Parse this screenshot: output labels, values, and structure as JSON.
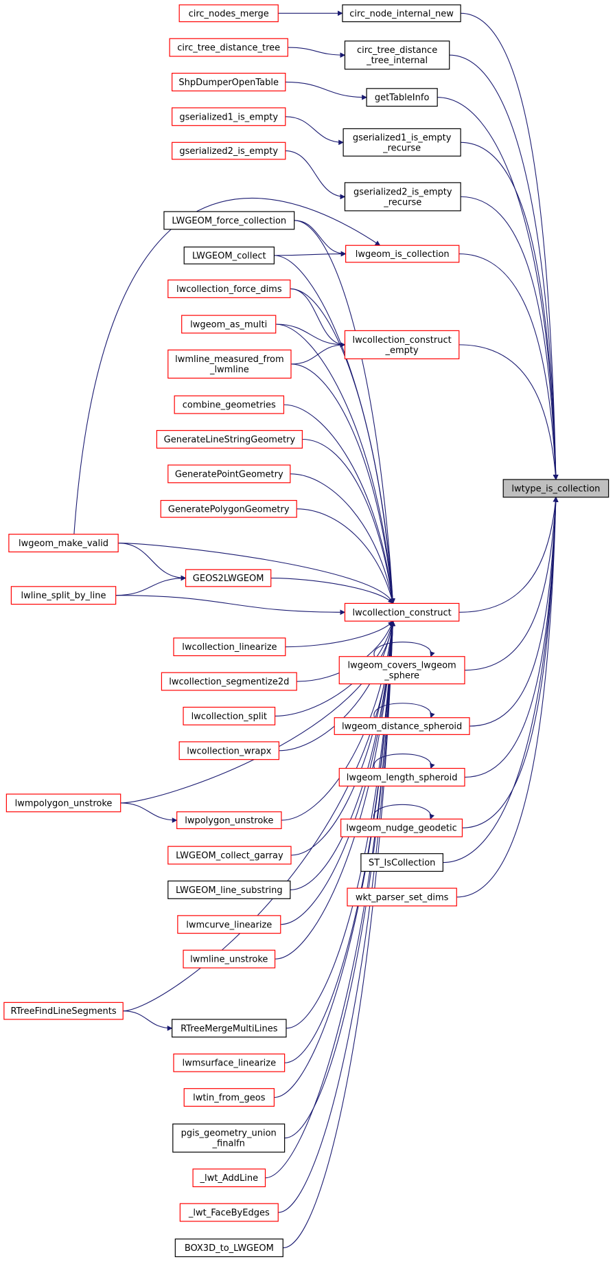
{
  "graph": {
    "title": "",
    "colors": {
      "edge": "#191970",
      "red_border": "#ff0000",
      "black_border": "#000000",
      "target_fill": "#bfbfbf"
    },
    "nodes": [
      {
        "id": "n_target",
        "lines": [
          "lwtype_is_collection"
        ],
        "style": "target"
      },
      {
        "id": "n_cnin",
        "lines": [
          "circ_node_internal_new"
        ],
        "style": "black"
      },
      {
        "id": "n_ctdti",
        "lines": [
          "circ_tree_distance",
          "_tree_internal"
        ],
        "style": "black"
      },
      {
        "id": "n_gti",
        "lines": [
          "getTableInfo"
        ],
        "style": "black"
      },
      {
        "id": "n_g1r",
        "lines": [
          "gserialized1_is_empty",
          "_recurse"
        ],
        "style": "black"
      },
      {
        "id": "n_g2r",
        "lines": [
          "gserialized2_is_empty",
          "_recurse"
        ],
        "style": "black"
      },
      {
        "id": "n_lic",
        "lines": [
          "lwgeom_is_collection"
        ],
        "style": "red"
      },
      {
        "id": "n_lcce",
        "lines": [
          "lwcollection_construct",
          "_empty"
        ],
        "style": "red"
      },
      {
        "id": "n_lcc",
        "lines": [
          "lwcollection_construct"
        ],
        "style": "red"
      },
      {
        "id": "n_lcls",
        "lines": [
          "lwgeom_covers_lwgeom",
          "_sphere"
        ],
        "style": "red"
      },
      {
        "id": "n_lds",
        "lines": [
          "lwgeom_distance_spheroid"
        ],
        "style": "red"
      },
      {
        "id": "n_lls",
        "lines": [
          "lwgeom_length_spheroid"
        ],
        "style": "red"
      },
      {
        "id": "n_lng",
        "lines": [
          "lwgeom_nudge_geodetic"
        ],
        "style": "red"
      },
      {
        "id": "n_stic",
        "lines": [
          "ST_IsCollection"
        ],
        "style": "black"
      },
      {
        "id": "n_wpsd",
        "lines": [
          "wkt_parser_set_dims"
        ],
        "style": "red"
      },
      {
        "id": "n_cnm",
        "lines": [
          "circ_nodes_merge"
        ],
        "style": "red"
      },
      {
        "id": "n_ctdt",
        "lines": [
          "circ_tree_distance_tree"
        ],
        "style": "red"
      },
      {
        "id": "n_sdot",
        "lines": [
          "ShpDumperOpenTable"
        ],
        "style": "red"
      },
      {
        "id": "n_g1e",
        "lines": [
          "gserialized1_is_empty"
        ],
        "style": "red"
      },
      {
        "id": "n_g2e",
        "lines": [
          "gserialized2_is_empty"
        ],
        "style": "red"
      },
      {
        "id": "n_lfc",
        "lines": [
          "LWGEOM_force_collection"
        ],
        "style": "black"
      },
      {
        "id": "n_lcol",
        "lines": [
          "LWGEOM_collect"
        ],
        "style": "black"
      },
      {
        "id": "n_lcfd",
        "lines": [
          "lwcollection_force_dims"
        ],
        "style": "red"
      },
      {
        "id": "n_lam",
        "lines": [
          "lwgeom_as_multi"
        ],
        "style": "red"
      },
      {
        "id": "n_lmmfl",
        "lines": [
          "lwmline_measured_from",
          "_lwmline"
        ],
        "style": "red"
      },
      {
        "id": "n_cg",
        "lines": [
          "combine_geometries"
        ],
        "style": "red"
      },
      {
        "id": "n_glsg",
        "lines": [
          "GenerateLineStringGeometry"
        ],
        "style": "red"
      },
      {
        "id": "n_gpg",
        "lines": [
          "GeneratePointGeometry"
        ],
        "style": "red"
      },
      {
        "id": "n_gpolyg",
        "lines": [
          "GeneratePolygonGeometry"
        ],
        "style": "red"
      },
      {
        "id": "n_lmv",
        "lines": [
          "lwgeom_make_valid"
        ],
        "style": "red"
      },
      {
        "id": "n_g2l",
        "lines": [
          "GEOS2LWGEOM"
        ],
        "style": "red"
      },
      {
        "id": "n_lsbl",
        "lines": [
          "lwline_split_by_line"
        ],
        "style": "red"
      },
      {
        "id": "n_lclin",
        "lines": [
          "lwcollection_linearize"
        ],
        "style": "red"
      },
      {
        "id": "n_lcseg",
        "lines": [
          "lwcollection_segmentize2d"
        ],
        "style": "red"
      },
      {
        "id": "n_lcsplit",
        "lines": [
          "lwcollection_split"
        ],
        "style": "red"
      },
      {
        "id": "n_lcwrap",
        "lines": [
          "lwcollection_wrapx"
        ],
        "style": "red"
      },
      {
        "id": "n_lmpu",
        "lines": [
          "lwmpolygon_unstroke"
        ],
        "style": "red"
      },
      {
        "id": "n_lpu",
        "lines": [
          "lwpolygon_unstroke"
        ],
        "style": "red"
      },
      {
        "id": "n_lcga",
        "lines": [
          "LWGEOM_collect_garray"
        ],
        "style": "red"
      },
      {
        "id": "n_lls2",
        "lines": [
          "LWGEOM_line_substring"
        ],
        "style": "black"
      },
      {
        "id": "n_lmcl",
        "lines": [
          "lwmcurve_linearize"
        ],
        "style": "red"
      },
      {
        "id": "n_lmu",
        "lines": [
          "lwmline_unstroke"
        ],
        "style": "red"
      },
      {
        "id": "n_rtfls",
        "lines": [
          "RTreeFindLineSegments"
        ],
        "style": "red"
      },
      {
        "id": "n_rtmml",
        "lines": [
          "RTreeMergeMultiLines"
        ],
        "style": "black"
      },
      {
        "id": "n_lmsl",
        "lines": [
          "lwmsurface_linearize"
        ],
        "style": "red"
      },
      {
        "id": "n_ltfg",
        "lines": [
          "lwtin_from_geos"
        ],
        "style": "red"
      },
      {
        "id": "n_pguf",
        "lines": [
          "pgis_geometry_union",
          "_finalfn"
        ],
        "style": "black"
      },
      {
        "id": "n_lal",
        "lines": [
          "_lwt_AddLine"
        ],
        "style": "red"
      },
      {
        "id": "n_lfbe",
        "lines": [
          "_lwt_FaceByEdges"
        ],
        "style": "red"
      },
      {
        "id": "n_b3d",
        "lines": [
          "BOX3D_to_LWGEOM"
        ],
        "style": "black"
      }
    ]
  }
}
